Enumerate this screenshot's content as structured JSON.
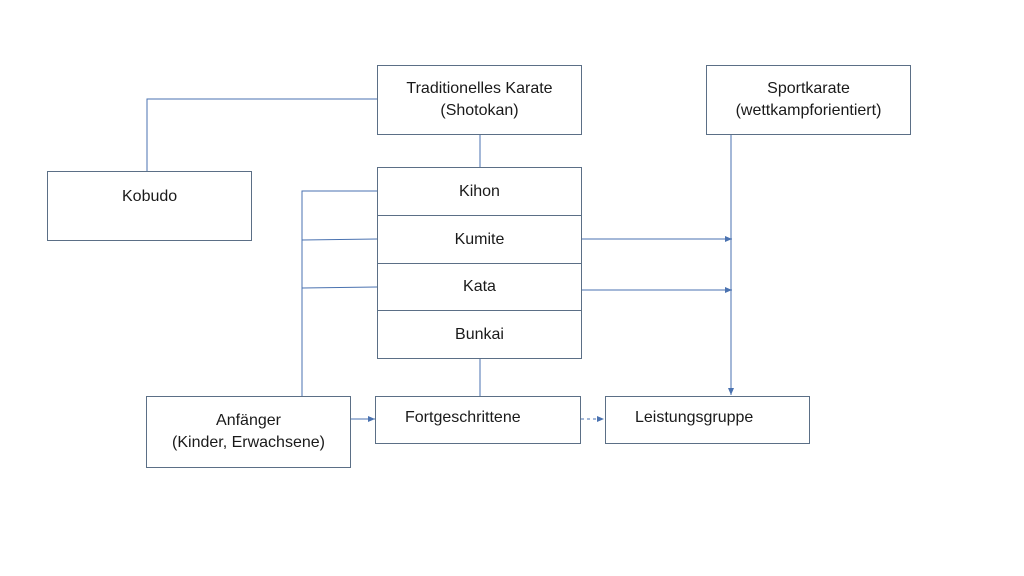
{
  "nodes": {
    "traditional": {
      "line1": "Traditionelles Karate",
      "line2": "(Shotokan)"
    },
    "sport": {
      "line1": "Sportkarate",
      "line2": "(wettkampforientiert)"
    },
    "kobudo": {
      "label": "Kobudo"
    },
    "kihon": {
      "label": "Kihon"
    },
    "kumite": {
      "label": "Kumite"
    },
    "kata": {
      "label": "Kata"
    },
    "bunkai": {
      "label": "Bunkai"
    },
    "beginner": {
      "line1": "Anfänger",
      "line2": "(Kinder, Erwachsene)"
    },
    "advanced": {
      "label": "Fortgeschrittene"
    },
    "performance": {
      "label": "Leistungsgruppe"
    }
  },
  "colors": {
    "line": "#4a72b0",
    "border": "#5b6f86"
  }
}
